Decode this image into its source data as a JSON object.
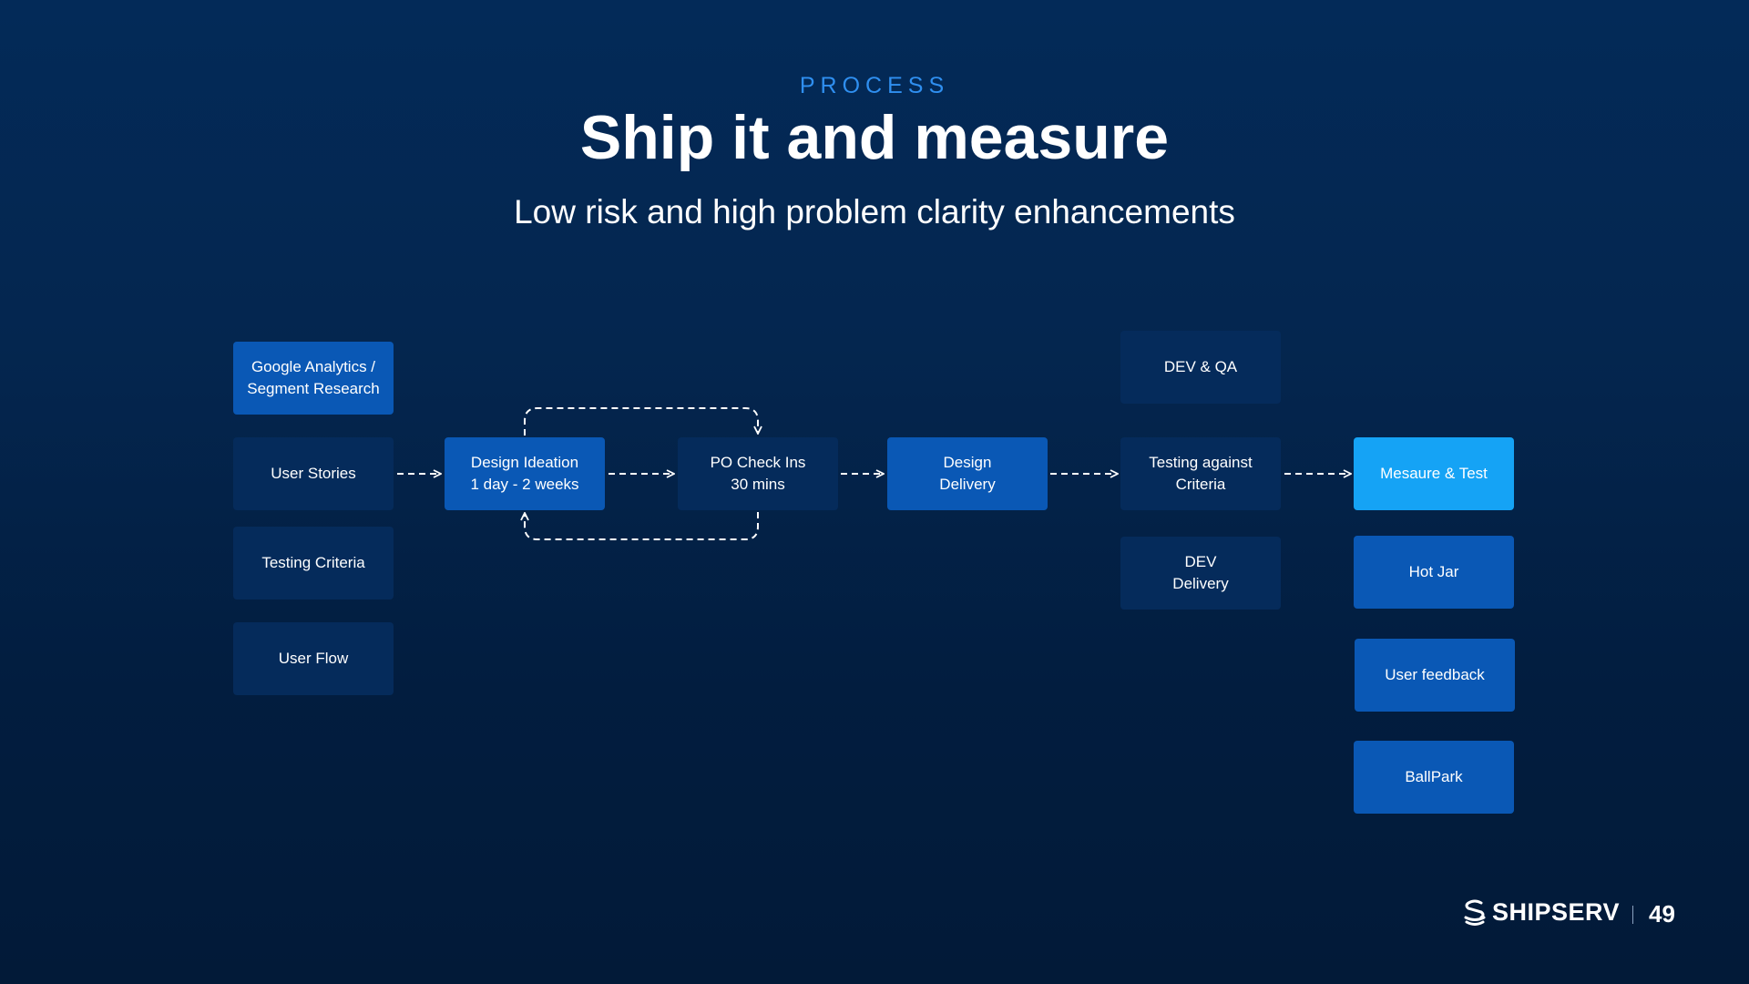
{
  "header": {
    "eyebrow": "PROCESS",
    "title": "Ship it and measure",
    "subtitle": "Low risk and high problem clarity enhancements"
  },
  "nodes": {
    "google_analytics": "Google Analytics /\nSegment Research",
    "user_stories": "User Stories",
    "testing_criteria": "Testing Criteria",
    "user_flow": "User Flow",
    "design_ideation": "Design Ideation\n1 day - 2 weeks",
    "po_check_ins": "PO Check Ins\n30 mins",
    "design_delivery": "Design\nDelivery",
    "dev_qa": "DEV & QA",
    "testing_against_criteria": "Testing against\nCriteria",
    "dev_delivery": "DEV\nDelivery",
    "measure_test": "Mesaure & Test",
    "hot_jar": "Hot Jar",
    "user_feedback": "User feedback",
    "ballpark": "BallPark"
  },
  "colors": {
    "accent": "#2f8ff0",
    "box_dark": "#052b5b",
    "box_blue": "#0a58b5",
    "box_bright": "#15a3f5"
  },
  "footer": {
    "brand": "SHIPSERV",
    "logo_icon": "shipserv-logo-icon",
    "page_number": "49"
  }
}
